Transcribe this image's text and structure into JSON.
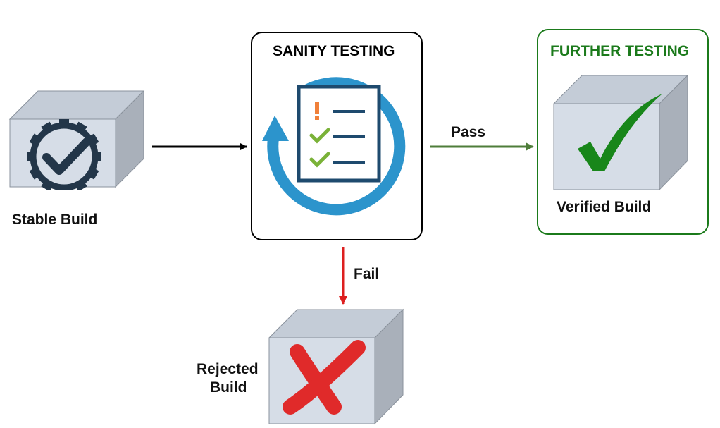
{
  "sanity": {
    "title": "SANITY TESTING"
  },
  "further": {
    "title": "FURTHER TESTING"
  },
  "nodes": {
    "stable": "Stable Build",
    "verified": "Verified Build",
    "rejected_line1": "Rejected",
    "rejected_line2": "Build"
  },
  "edges": {
    "pass": "Pass",
    "fail": "Fail"
  },
  "colors": {
    "box_front": "#d6dde7",
    "box_top": "#c4ccd7",
    "box_side": "#a9b0ba",
    "gear": "#233649",
    "cycle_arrow": "#2c94cc",
    "pass_arrow": "#4e7d3a",
    "fail_arrow": "#dd1f1f",
    "further_green": "#1b7a1b",
    "check_green": "#18861a",
    "cross_red": "#e02a2a",
    "exclaim_orange": "#f0803a",
    "small_check_green": "#7ab238",
    "doc_line": "#1e4a6e"
  },
  "icons": [
    "gear-check-icon",
    "checklist-cycle-icon",
    "check-mark-icon",
    "cross-icon"
  ]
}
